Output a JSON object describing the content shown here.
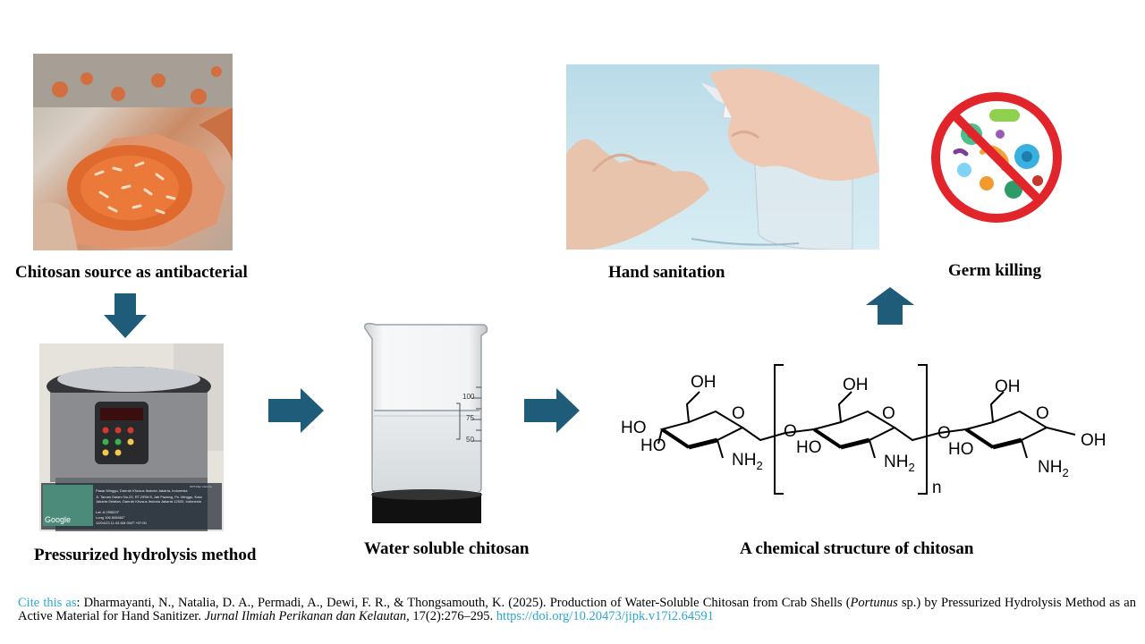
{
  "captions": {
    "source": "Chitosan source as antibacterial",
    "method": "Pressurized hydrolysis method",
    "water": "Water soluble chitosan",
    "hand": "Hand sanitation",
    "germ": "Germ killing",
    "structure": "A chemical structure of chitosan"
  },
  "beaker_marks": [
    "100",
    "75",
    "50"
  ],
  "cooker_overlay": {
    "brand": "GPS Map Camera",
    "address": "Pasar Minggu, Daerah Khusus Ibukota Jakarta, Indonesia",
    "street": "Jl. Taman Dalam No.23, RT.2/RW.5, Jati Padang, Ps. Minggu, Kota Jakarta Selatan, Daerah Khusus Ibukota Jakarta 12520, Indonesia",
    "lat": "Lat -6.295523°",
    "long": "Long 106.836862°",
    "time": "12/04/23 11:43 AM GMT +07:00",
    "map_label": "Google"
  },
  "structure_labels": {
    "oh": "OH",
    "ho": "HO",
    "nh2": "NH",
    "sub2": "2",
    "o": "O",
    "n": "n"
  },
  "citation": {
    "label": "Cite this as",
    "authors": ": Dharmayanti, N., Natalia, D. A., Permadi, A., Dewi, F. R., & Thongsamouth, K. (2025). Production of Water-Soluble Chitosan from Crab Shells (",
    "genus": "Portunus",
    "after_genus": " sp.) by Pressurized Hydrolysis Method as an Active Material for Hand Sanitizer. ",
    "journal": "Jurnal Ilmiah Perikanan dan Kelautan,",
    "volume": " 17(2):276–295. ",
    "doi": "https://doi.org/10.20473/jipk.v17i2.64591"
  },
  "colors": {
    "arrow": "#1f5c7a",
    "link": "#2aa7d8"
  }
}
